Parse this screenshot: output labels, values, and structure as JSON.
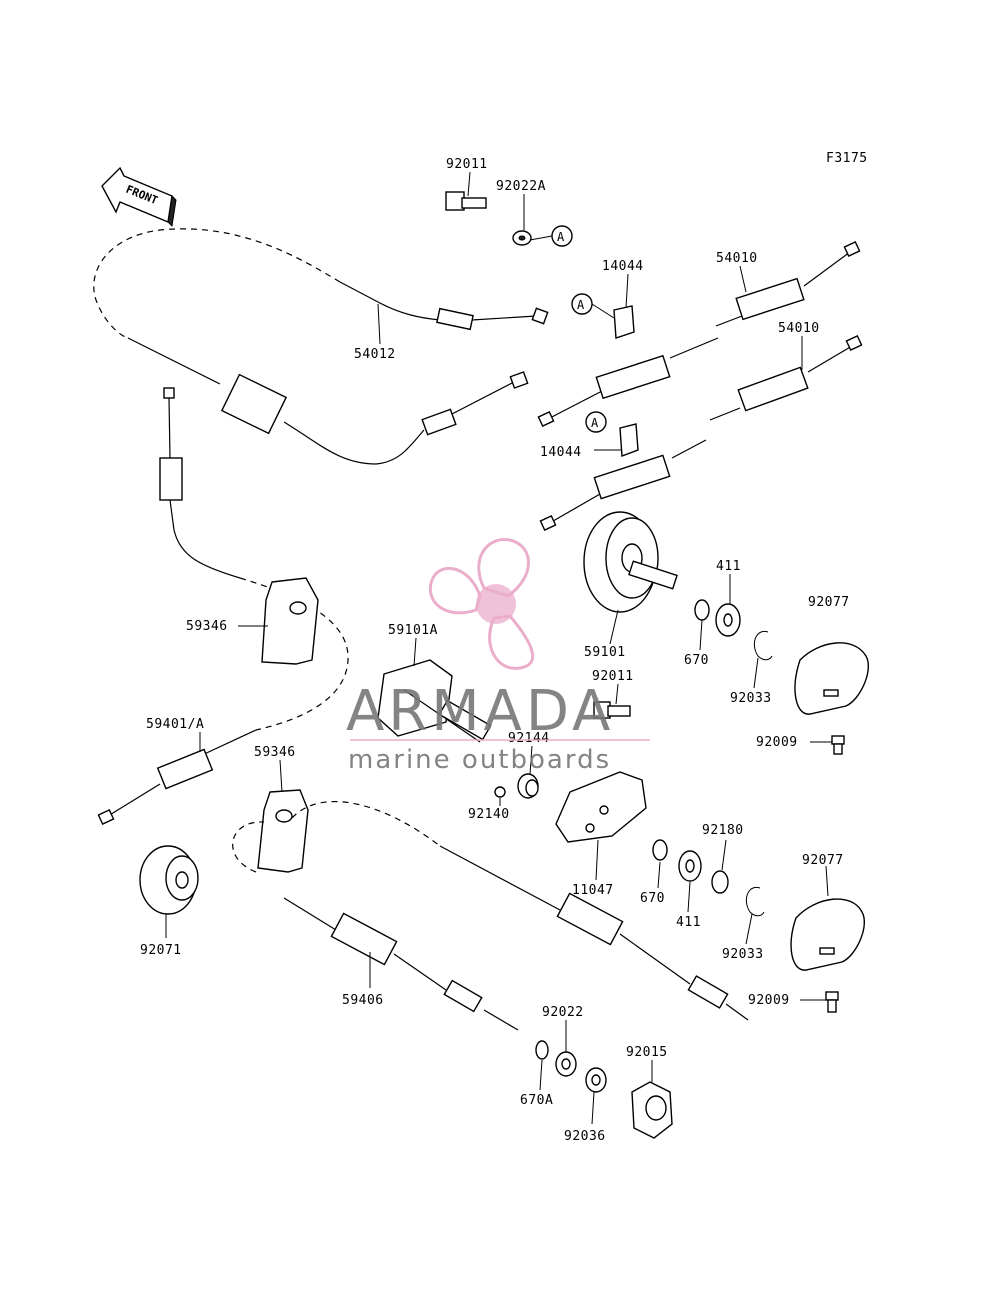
{
  "figure_code": "F3175",
  "front_label": "FRONT",
  "ref_marker": "A",
  "watermark": {
    "brand": "ARMADA",
    "tagline": "marine outboards",
    "color": "#e8a6c6",
    "text_color": "#777777"
  },
  "labels": {
    "l92011a": "92011",
    "l92022a": "92022A",
    "l14044a": "14044",
    "l54010a": "54010",
    "l54012": "54012",
    "l54010b": "54010",
    "l14044b": "14044",
    "l59346a": "59346",
    "l59101a": "59101A",
    "l59101": "59101",
    "l411a": "411",
    "l92077a": "92077",
    "l670a": "670",
    "l92011b": "92011",
    "l92033a": "92033",
    "l59401": "59401/A",
    "l92009a": "92009",
    "l59346b": "59346",
    "l92144": "92144",
    "l92140": "92140",
    "l92180": "92180",
    "l11047": "11047",
    "l92077b": "92077",
    "l670b": "670",
    "l411b": "411",
    "l92071": "92071",
    "l92033b": "92033",
    "l59406": "59406",
    "l92009b": "92009",
    "l92022": "92022",
    "l92015": "92015",
    "l670A": "670A",
    "l92036": "92036"
  }
}
